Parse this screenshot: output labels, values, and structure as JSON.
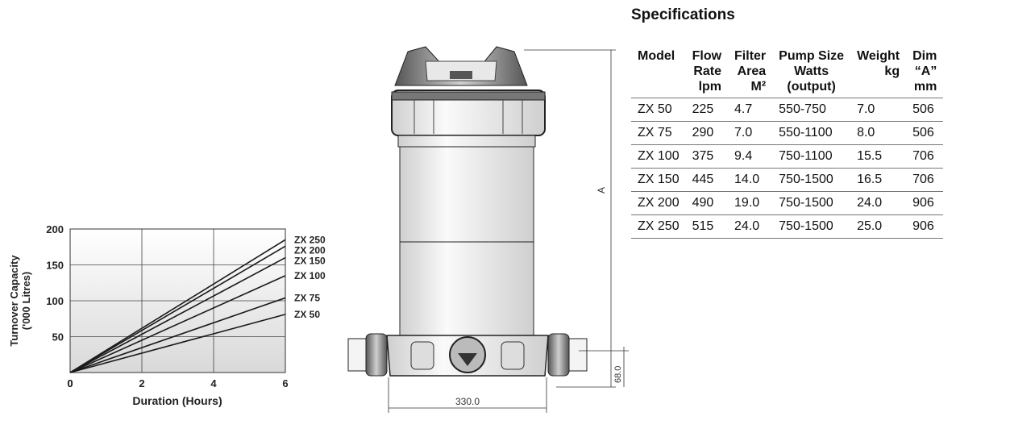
{
  "chart_data": {
    "type": "line",
    "xlabel": "Duration (Hours)",
    "ylabel": "Turnover Capacity ('000 Litres)",
    "ylabel_lines": [
      "Turnover Capacity",
      "('000 Litres)"
    ],
    "xlim": [
      0,
      6
    ],
    "ylim": [
      0,
      200
    ],
    "x_ticks": [
      "0",
      "2",
      "4",
      "6"
    ],
    "y_ticks": [
      "50",
      "100",
      "150",
      "200"
    ],
    "grid": true,
    "series": [
      {
        "name": "ZX 250",
        "x": [
          0,
          6
        ],
        "y": [
          0,
          185
        ]
      },
      {
        "name": "ZX 200",
        "x": [
          0,
          6
        ],
        "y": [
          0,
          176
        ]
      },
      {
        "name": "ZX 150",
        "x": [
          0,
          6
        ],
        "y": [
          0,
          160
        ]
      },
      {
        "name": "ZX 100",
        "x": [
          0,
          6
        ],
        "y": [
          0,
          135
        ]
      },
      {
        "name": "ZX 75",
        "x": [
          0,
          6
        ],
        "y": [
          0,
          104
        ]
      },
      {
        "name": "ZX 50",
        "x": [
          0,
          6
        ],
        "y": [
          0,
          81
        ]
      }
    ]
  },
  "drawing": {
    "dim_width": "330.0",
    "dim_height": "68.0",
    "dim_a": "A"
  },
  "specs": {
    "title": "Specifications",
    "headers": [
      [
        "Model"
      ],
      [
        "Flow",
        "Rate",
        "lpm"
      ],
      [
        "Filter",
        "Area",
        "M²"
      ],
      [
        "Pump Size",
        "Watts",
        "(output)"
      ],
      [
        "Weight",
        "kg"
      ],
      [
        "Dim",
        "“A”",
        "mm"
      ]
    ],
    "rows": [
      [
        "ZX 50",
        "225",
        "4.7",
        "550-750",
        "7.0",
        "506"
      ],
      [
        "ZX 75",
        "290",
        "7.0",
        "550-1100",
        "8.0",
        "506"
      ],
      [
        "ZX 100",
        "375",
        "9.4",
        "750-1100",
        "15.5",
        "706"
      ],
      [
        "ZX 150",
        "445",
        "14.0",
        "750-1500",
        "16.5",
        "706"
      ],
      [
        "ZX 200",
        "490",
        "19.0",
        "750-1500",
        "24.0",
        "906"
      ],
      [
        "ZX 250",
        "515",
        "24.0",
        "750-1500",
        "25.0",
        "906"
      ]
    ]
  }
}
